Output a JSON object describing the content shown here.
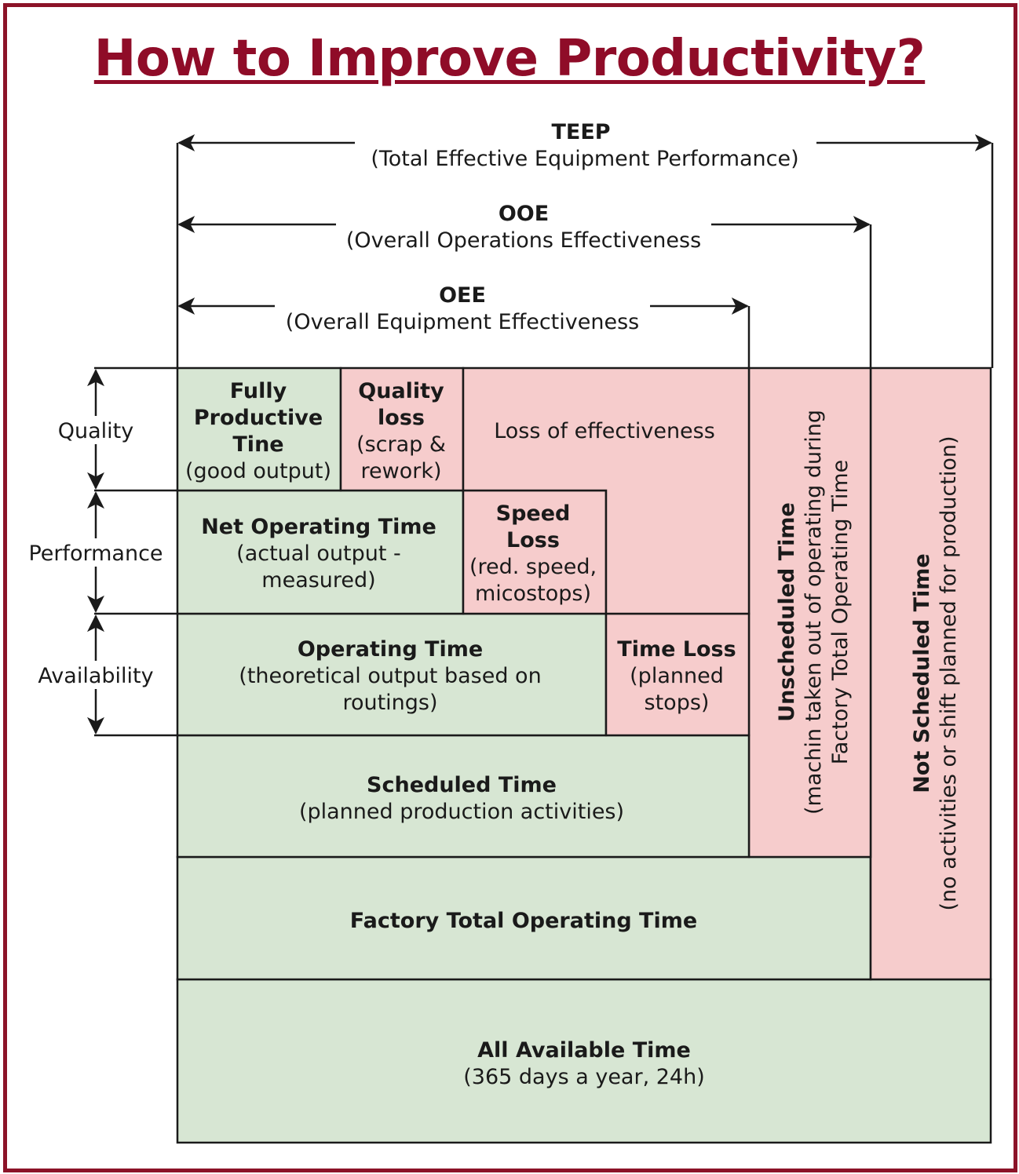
{
  "title": "How to Improve Productivity?",
  "colors": {
    "border": "#8c1328",
    "title": "#8f0c28",
    "productive": "#d7e6d3",
    "loss": "#f6cccc"
  },
  "metrics": {
    "teep": {
      "abbr": "TEEP",
      "full": "(Total Effective Equipment Performance)"
    },
    "ooe": {
      "abbr": "OOE",
      "full": "(Overall Operations Effectiveness"
    },
    "oee": {
      "abbr": "OEE",
      "full": "(Overall Equipment Effectiveness"
    }
  },
  "side_labels": {
    "quality": "Quality",
    "performance": "Performance",
    "availability": "Availability"
  },
  "blocks": {
    "fully_productive": {
      "l1": "Fully",
      "l2": "Productive",
      "l3": "Tine",
      "l4": "(good output)"
    },
    "quality_loss": {
      "l1": "Quality",
      "l2": "loss",
      "l3": "(scrap &",
      "l4": "rework)"
    },
    "loss_effectiveness": {
      "l1": "Loss of effectiveness"
    },
    "net_operating": {
      "l1": "Net Operating Time",
      "l2": "(actual output -",
      "l3": "measured)"
    },
    "speed_loss": {
      "l1": "Speed",
      "l2": "Loss",
      "l3": "(red. speed,",
      "l4": "micostops)"
    },
    "operating_time": {
      "l1": "Operating Time",
      "l2": "(theoretical output based on",
      "l3": "routings)"
    },
    "time_loss": {
      "l1": "Time Loss",
      "l2": "(planned",
      "l3": "stops)"
    },
    "scheduled_time": {
      "l1": "Scheduled Time",
      "l2": "(planned production activities)"
    },
    "factory_total": {
      "l1": "Factory Total Operating Time"
    },
    "all_available": {
      "l1": "All Available Time",
      "l2": "(365 days a year, 24h)"
    },
    "unscheduled": {
      "l1": "Unscheduled Time",
      "l2": "(machin taken out of operating during",
      "l3": "Factory Total Operating Time"
    },
    "not_scheduled": {
      "l1": "Not Scheduled Time",
      "l2": "(no activities or shift planned for production)"
    }
  }
}
